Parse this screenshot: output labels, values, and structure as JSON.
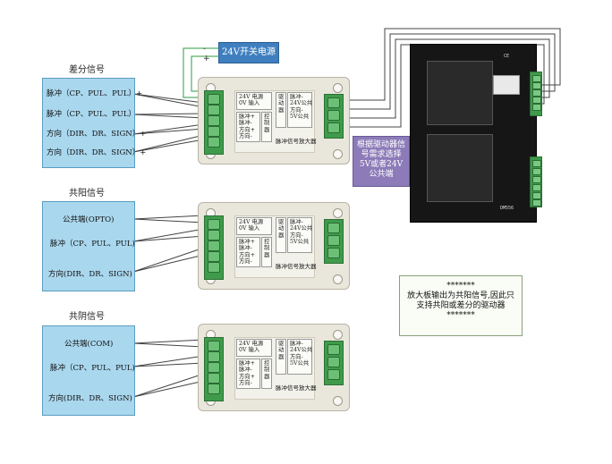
{
  "sections": [
    {
      "title": "差分信号",
      "signals": [
        "脉冲（CP、PUL、PUL）+",
        "脉冲（CP、PUL、PUL）-",
        "方向（DIR、DR、SIGN）+",
        "方向（DIR、DR、SIGN）+"
      ]
    },
    {
      "title": "共阳信号",
      "signals": [
        "公共端(OPTO)",
        "脉冲（CP、PUL、PUL)",
        "方向(DIR、DR、SIGN)"
      ]
    },
    {
      "title": "共阴信号",
      "signals": [
        "公共端(COM)",
        "脉冲（CP、PUL、PUL)",
        "方向(DIR、DR、SIGN)"
      ]
    }
  ],
  "board": {
    "power_label": "24V 电源\n0V 输入",
    "input_label": "脉冲+\n脉冲-\n方向+\n方向-",
    "control_label": "控\n制\n器",
    "driver_label": "驱\n动\n器",
    "output_label": "脉冲-\n24V公共\n方向-\n5V公共",
    "name": "脉冲信号放大器"
  },
  "power_supply": {
    "label": "24V开关电源",
    "minus": "-",
    "plus": "+"
  },
  "notes": {
    "driver_select": "根据驱动器信号需求选择5V或者24V公共端",
    "amplifier": "*******\n放大板输出为共阳信号,因此只支持共阳或差分的驱动器\n*******"
  },
  "colors": {
    "signal_box": "#a9d7ee",
    "terminal": "#3f9b4b",
    "power_supply": "#3f7fbf",
    "note_purple": "#8c7bb8",
    "driver": "#161616",
    "wire_green": "#2e9b3f"
  }
}
